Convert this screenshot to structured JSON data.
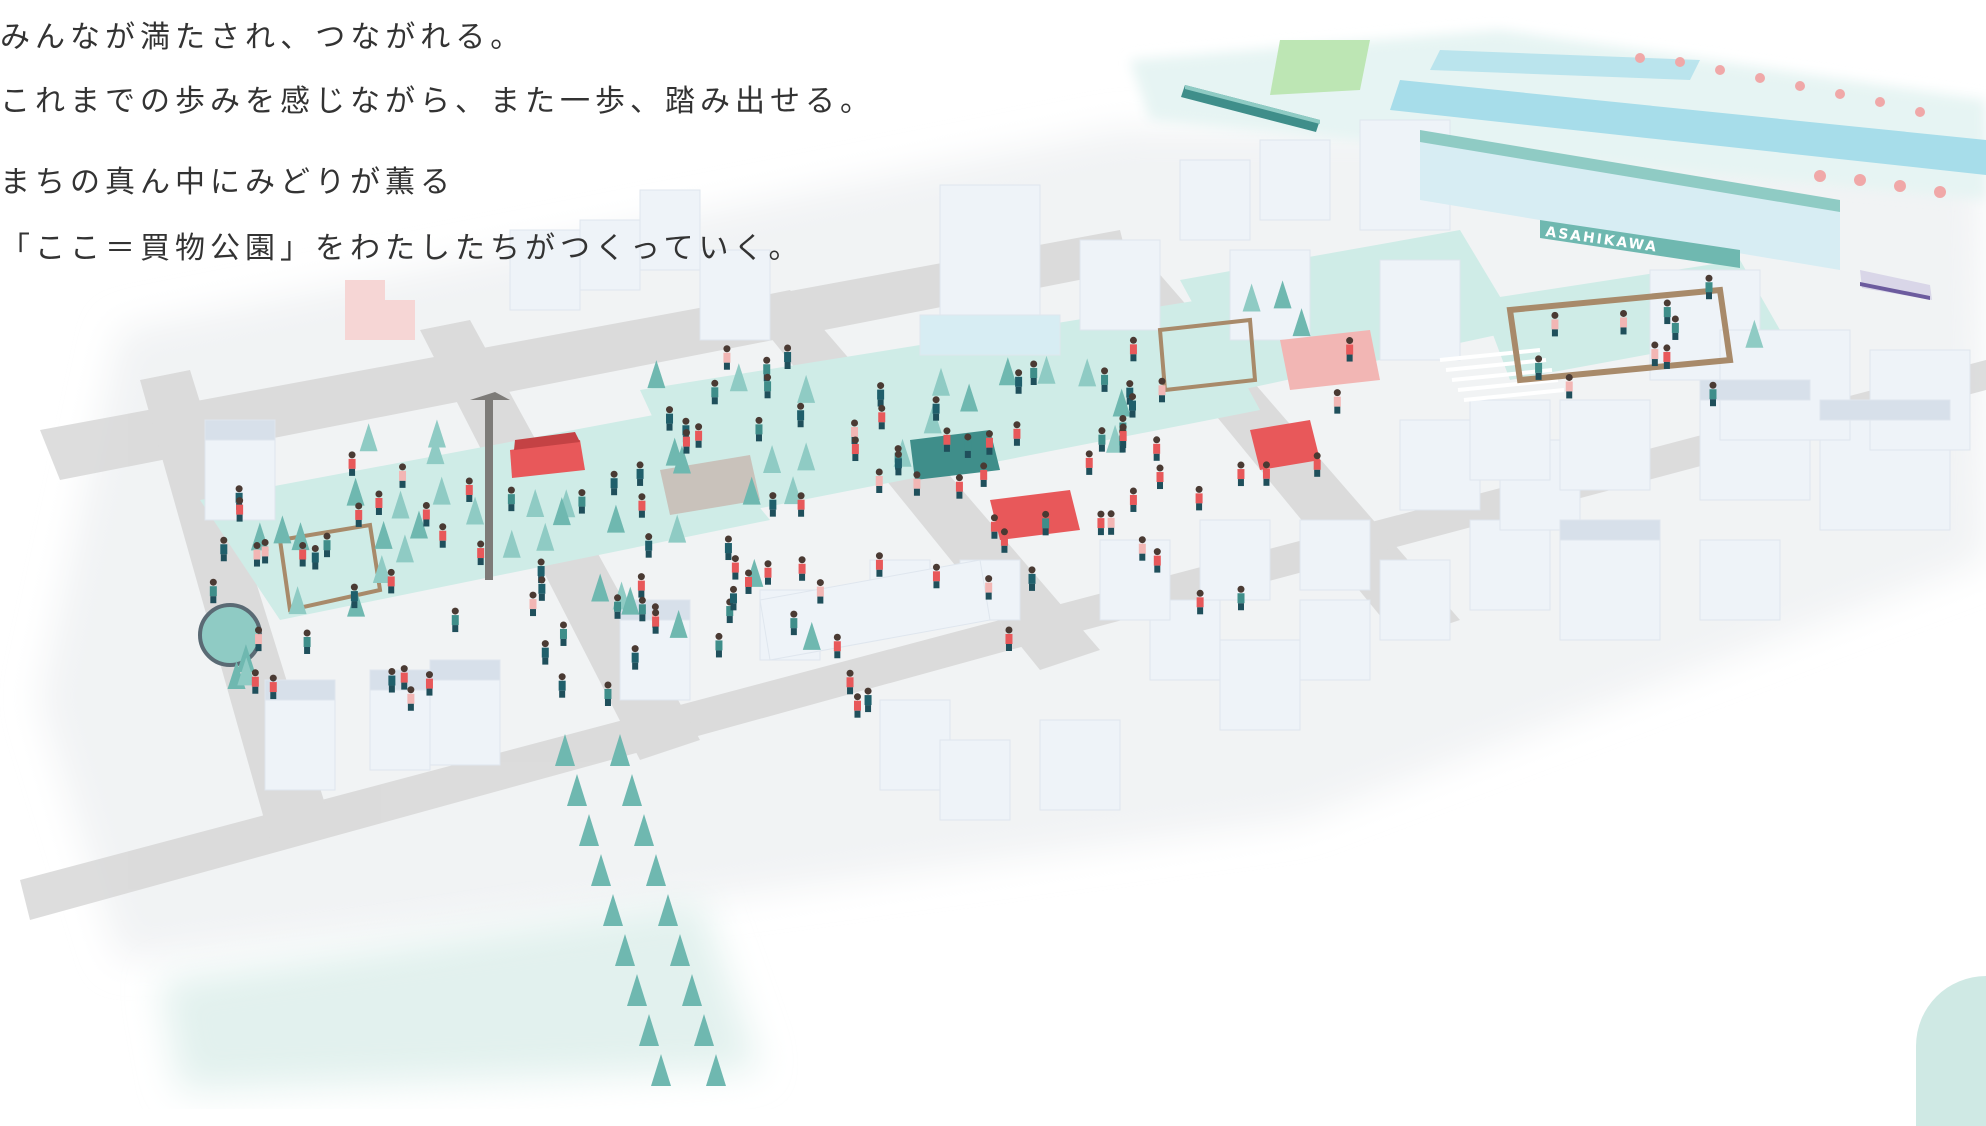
{
  "copy": {
    "line1": "みんなが満たされ、つながれる。",
    "line2": "これまでの歩みを感じながら、また一歩、踏み出せる。",
    "line3": "まちの真ん中にみどりが薫る",
    "line4": "「ここ＝買物公園」をわたしたちがつくっていく。"
  },
  "illustration": {
    "station_sign": "ASAHIKAWA"
  },
  "colors": {
    "text": "#333333",
    "teal": "#3f8e8a",
    "teal_light": "#8fcbc4",
    "plaza": "#cfece7",
    "red": "#e8585a",
    "road": "#d9d9d9",
    "building": "#eef3f8",
    "river": "#a7ddea"
  }
}
